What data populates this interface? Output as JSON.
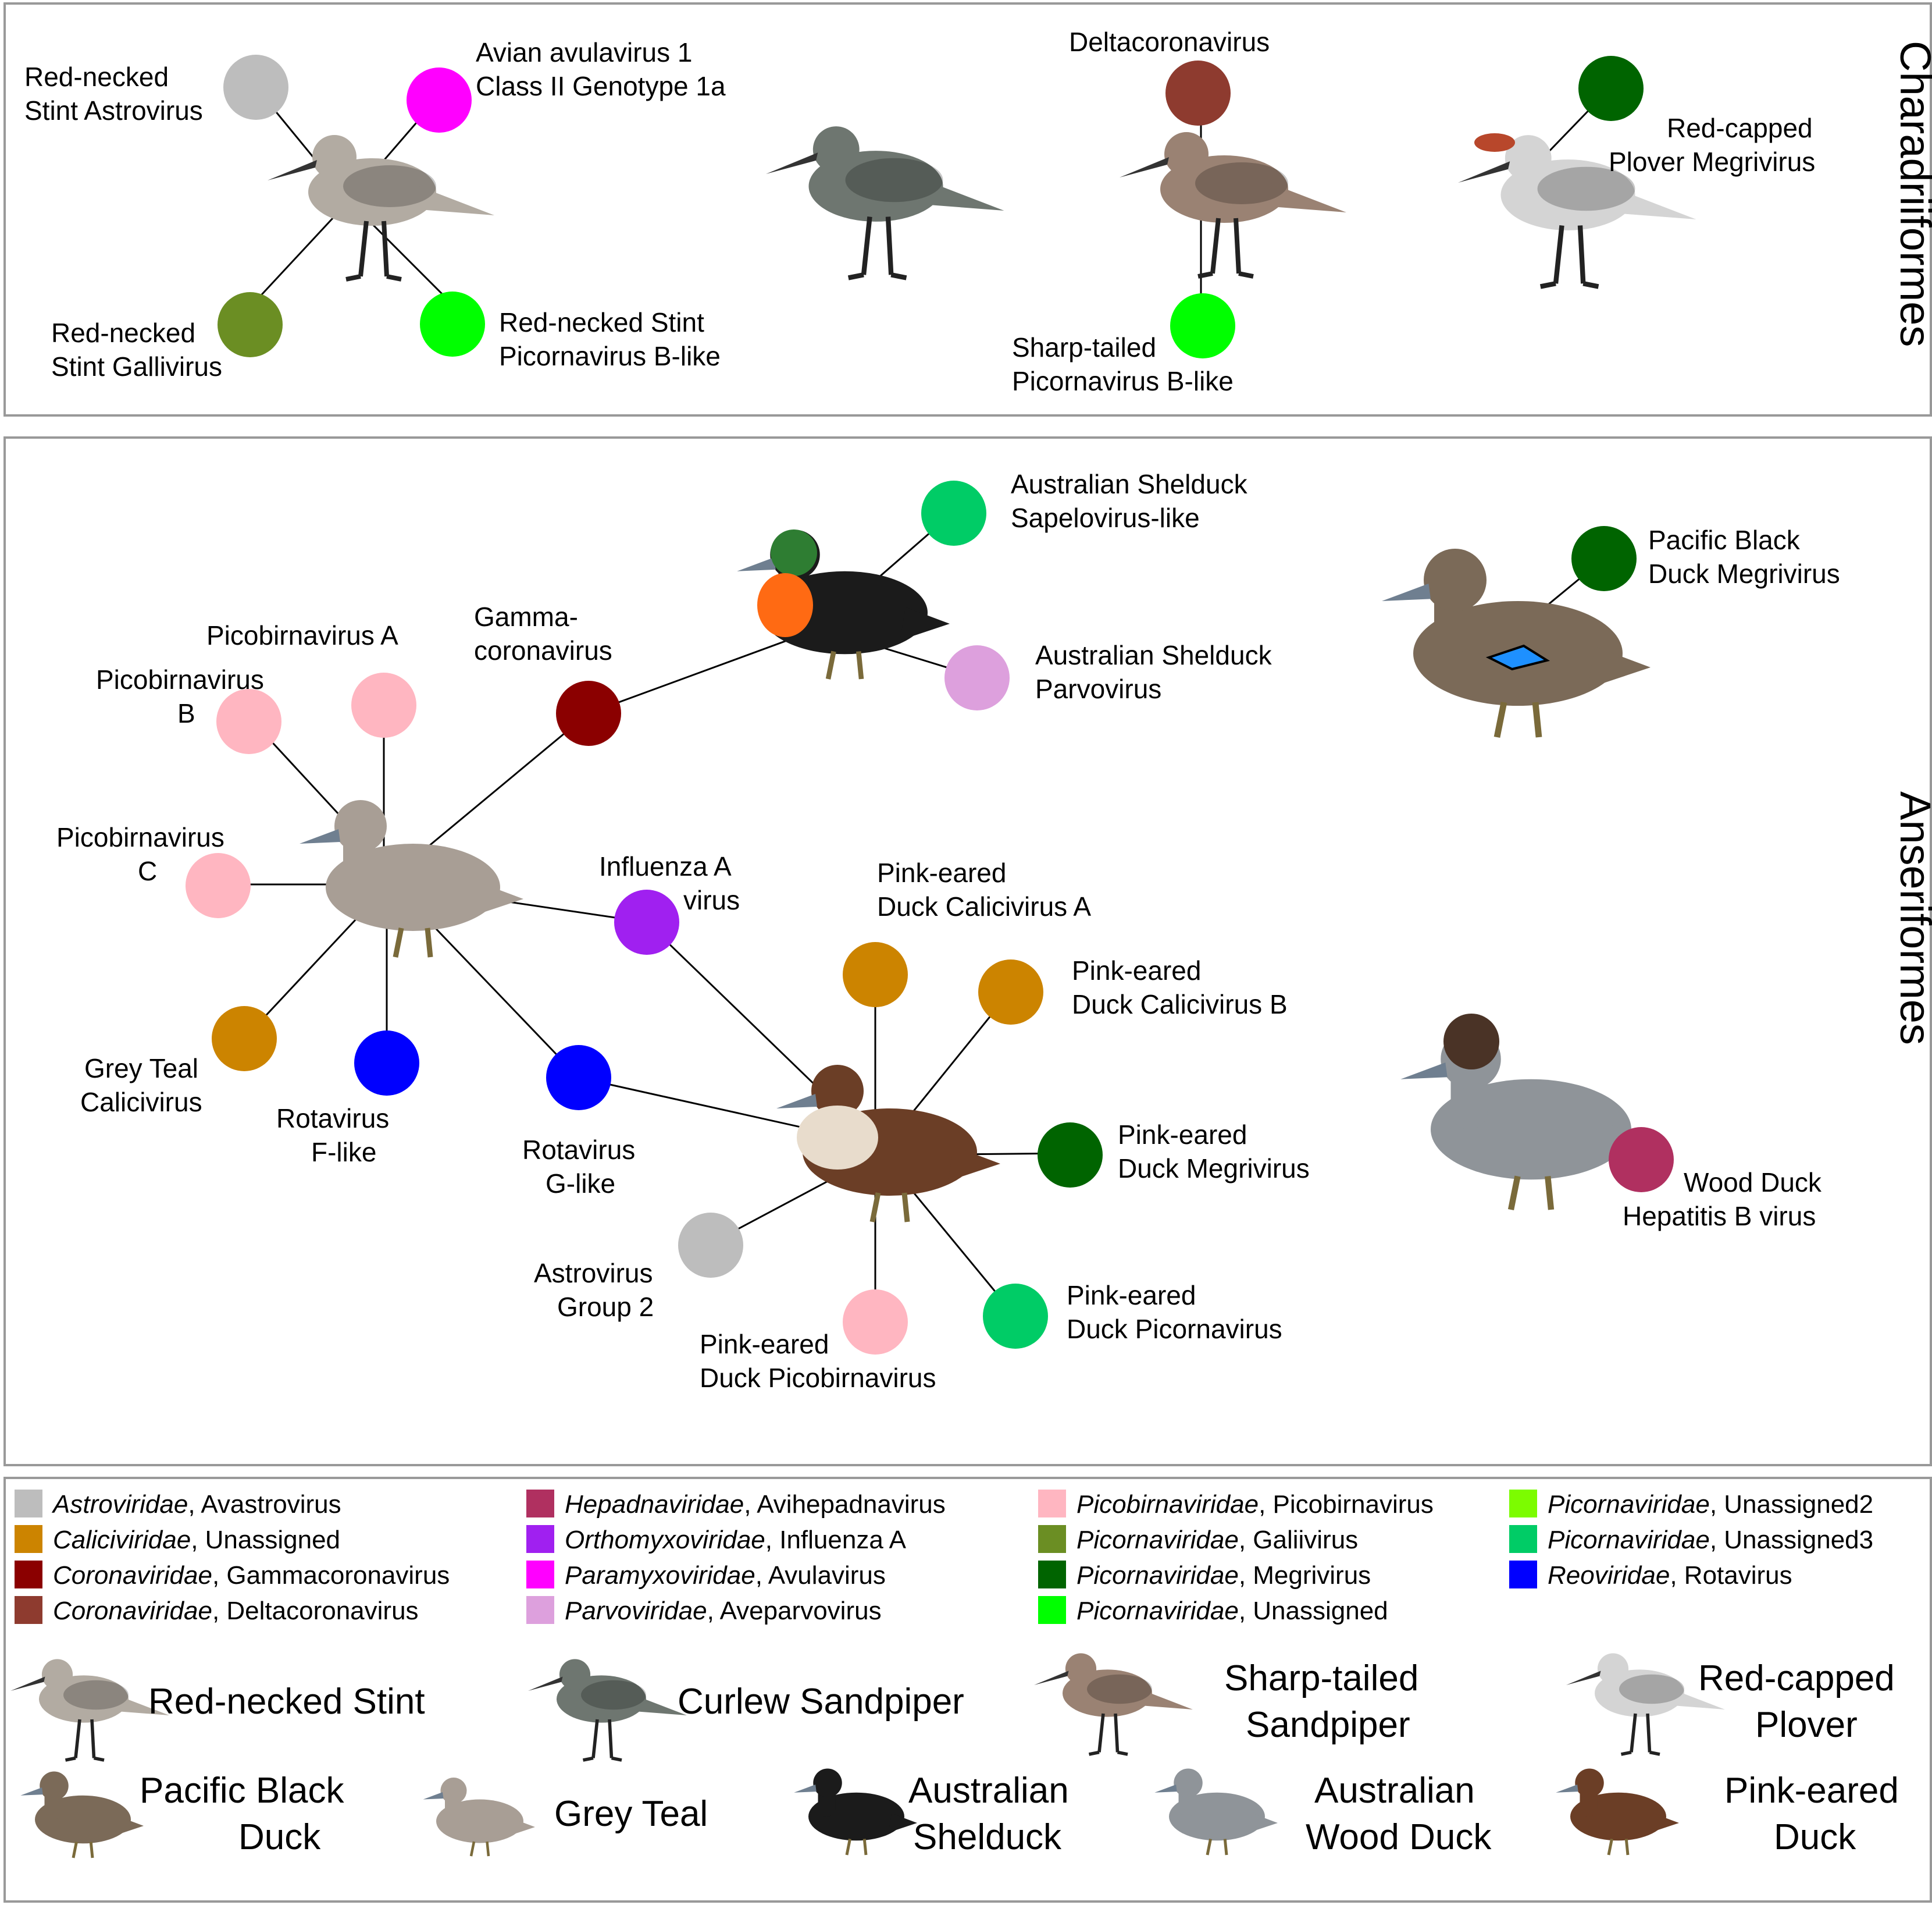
{
  "panels": {
    "charadriiformes": "Charadriiformes",
    "anseriformes": "Anseriformes"
  },
  "top": {
    "red_necked_stint_astrovirus": [
      "Red-necked",
      "Stint Astrovirus"
    ],
    "avian_avulavirus": [
      "Avian avulavirus 1",
      "Class II Genotype 1a"
    ],
    "red_necked_stint_gallivirus": [
      "Red-necked",
      "Stint Gallivirus"
    ],
    "red_necked_stint_picornavirus": [
      "Red-necked Stint",
      "Picornavirus B-like"
    ],
    "deltacoronavirus": "Deltacoronavirus",
    "sharp_tailed_picornavirus": [
      "Sharp-tailed",
      "Picornavirus B-like"
    ],
    "red_capped_plover_megrivirus": [
      "Red-capped",
      "Plover Megrivirus"
    ]
  },
  "bottom": {
    "shelduck_sapelovirus": [
      "Australian Shelduck",
      "Sapelovirus-like"
    ],
    "shelduck_parvovirus": [
      "Australian Shelduck",
      "Parvovirus"
    ],
    "gammacoronavirus": [
      "Gamma-",
      "coronavirus"
    ],
    "picobirnavirus_a": "Picobirnavirus A",
    "picobirnavirus_b": [
      "Picobirnavirus",
      "B"
    ],
    "picobirnavirus_c": [
      "Picobirnavirus",
      "C"
    ],
    "grey_teal_calicivirus": [
      "Grey Teal",
      "Calicivirus"
    ],
    "rotavirus_f": [
      "Rotavirus",
      "F-like"
    ],
    "influenza_a": [
      "Influenza A",
      "virus"
    ],
    "rotavirus_g": [
      "Rotavirus",
      "G-like"
    ],
    "pink_eared_calicivirus_a": [
      "Pink-eared",
      "Duck Calicivirus A"
    ],
    "pink_eared_calicivirus_b": [
      "Pink-eared",
      "Duck Calicivirus B"
    ],
    "pink_eared_megrivirus": [
      "Pink-eared",
      "Duck Megrivirus"
    ],
    "pink_eared_picornavirus": [
      "Pink-eared",
      "Duck Picornavirus"
    ],
    "pink_eared_picobirnavirus": [
      "Pink-eared",
      "Duck Picobirnavirus"
    ],
    "astrovirus_group2": [
      "Astrovirus",
      "Group 2"
    ],
    "pacific_black_duck_megrivirus": [
      "Pacific Black",
      "Duck Megrivirus"
    ],
    "wood_duck_hepatitis": [
      "Wood Duck",
      "Hepatitis B virus"
    ]
  },
  "legend": {
    "viruses": [
      {
        "family": "Astroviridae",
        "genus": ", Avastrovirus",
        "color": "#BDBDBD"
      },
      {
        "family": "Caliciviridae",
        "genus": ", Unassigned",
        "color": "#CC8400"
      },
      {
        "family": "Coronaviridae",
        "genus": ", Gammacoronavirus",
        "color": "#8B0000"
      },
      {
        "family": "Coronaviridae",
        "genus": ", Deltacoronavirus",
        "color": "#8E3B2F"
      },
      {
        "family": "Hepadnaviridae",
        "genus": ", Avihepadnavirus",
        "color": "#B03060"
      },
      {
        "family": "Orthomyxoviridae",
        "genus": ", Influenza A",
        "color": "#A020F0"
      },
      {
        "family": "Paramyxoviridae",
        "genus": ", Avulavirus",
        "color": "#FF00FF"
      },
      {
        "family": "Parvoviridae",
        "genus": ", Aveparvovirus",
        "color": "#DDA0DD"
      },
      {
        "family": "Picobirnaviridae",
        "genus": ", Picobirnavirus",
        "color": "#FFB6C1"
      },
      {
        "family": "Picornaviridae",
        "genus": ", Galiivirus",
        "color": "#6B8E23"
      },
      {
        "family": "Picornaviridae",
        "genus": ", Megrivirus",
        "color": "#006400"
      },
      {
        "family": "Picornaviridae",
        "genus": ", Unassigned",
        "color": "#00FF00"
      },
      {
        "family": "Picornaviridae",
        "genus": ", Unassigned2",
        "color": "#7CFC00"
      },
      {
        "family": "Picornaviridae",
        "genus": ", Unassigned3",
        "color": "#00CC66"
      },
      {
        "family": "Reoviridae",
        "genus": ", Rotavirus",
        "color": "#0000FF"
      }
    ],
    "birds": {
      "red_necked_stint": "Red-necked Stint",
      "curlew_sandpiper": "Curlew Sandpiper",
      "sharp_tailed_sandpiper": [
        "Sharp-tailed",
        "Sandpiper"
      ],
      "red_capped_plover": [
        "Red-capped",
        "Plover"
      ],
      "pacific_black_duck": [
        "Pacific Black",
        "Duck"
      ],
      "grey_teal": "Grey Teal",
      "australian_shelduck": [
        "Australian",
        "Shelduck"
      ],
      "australian_wood_duck": [
        "Australian",
        "Wood Duck"
      ],
      "pink_eared_duck": [
        "Pink-eared",
        "Duck"
      ]
    }
  }
}
